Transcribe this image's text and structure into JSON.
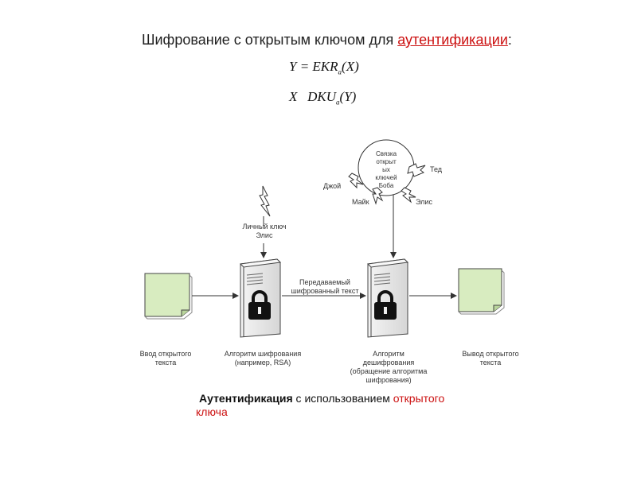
{
  "title": {
    "prefix": "Шифрование с открытым ключом для ",
    "highlight": "аутентификации",
    "suffix": ":"
  },
  "formulas": {
    "line1": {
      "lhs": "Y = EKR",
      "sub": "a",
      "rhs": "(X)"
    },
    "line2": {
      "lhs": "X   DKU",
      "sub": "a",
      "rhs": "(Y)"
    }
  },
  "keyring": {
    "label_lines": [
      "Связка",
      "открыт",
      "ых",
      "ключей",
      "Боба"
    ],
    "names": {
      "ted": "Тед",
      "joy": "Джой",
      "mike": "Майк",
      "alice": "Элис"
    }
  },
  "private_key_label": [
    "Личный ключ",
    "Элис"
  ],
  "transmitted_label": [
    "Передаваемый",
    "шифрованный текст"
  ],
  "captions": {
    "input": [
      "Ввод открытого",
      "текста"
    ],
    "encrypt": [
      "Алгоритм шифрования",
      "(например, RSA)"
    ],
    "decrypt": [
      "Алгоритм",
      "дешифрования",
      "(обращение алгоритма",
      "шифрования)"
    ],
    "output": [
      "Вывод открытого",
      "текста"
    ]
  },
  "bottom_caption": {
    "bold": "Аутентификация",
    "middle": " с использованием ",
    "red1": "открытого",
    "red2": "ключа"
  },
  "colors": {
    "accent": "#cc1111",
    "document_fill": "#d8ecc0",
    "server_fill": "#ececec"
  }
}
